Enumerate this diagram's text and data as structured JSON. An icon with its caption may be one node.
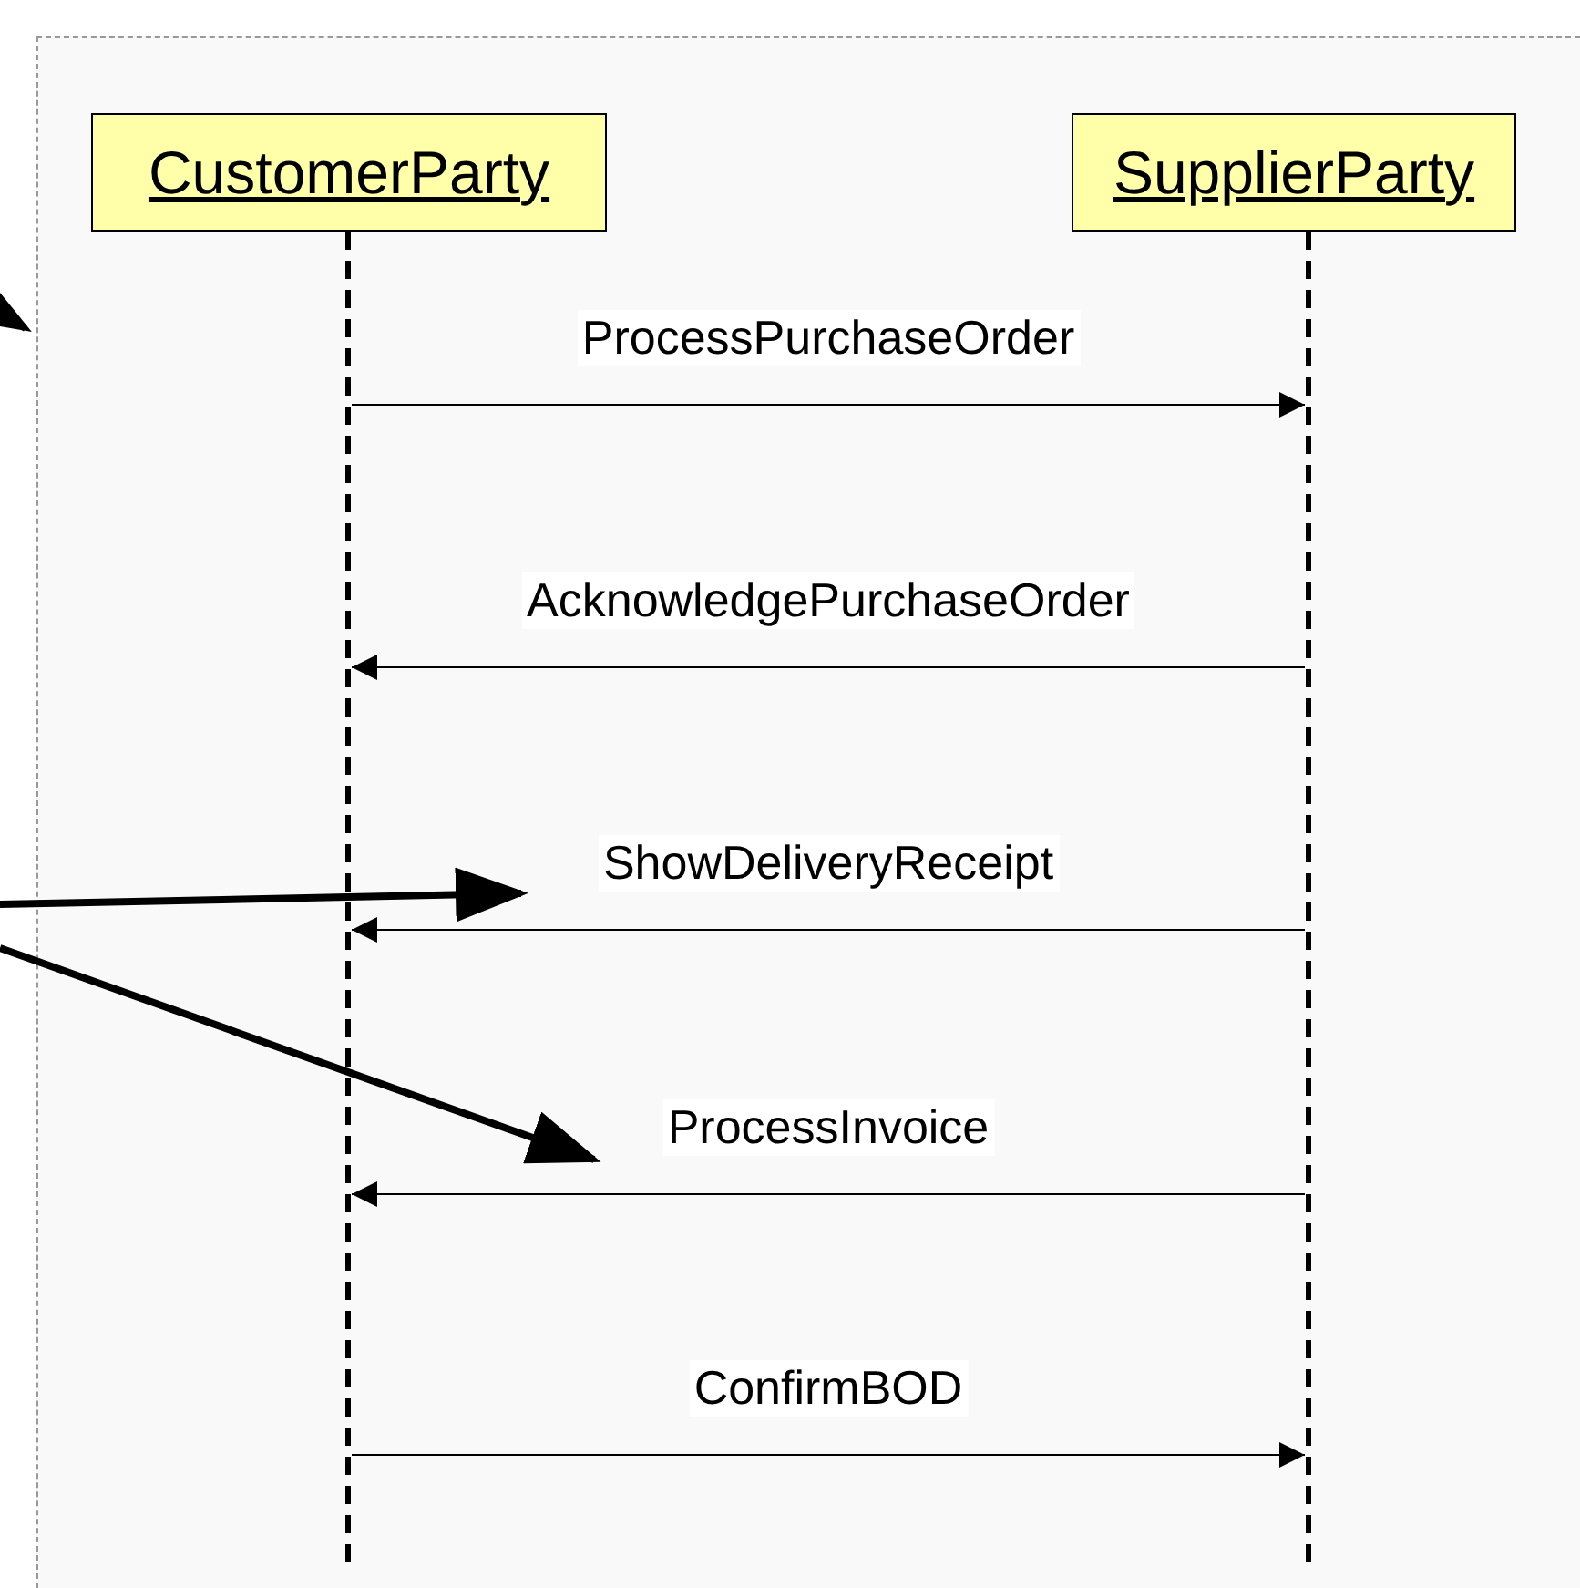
{
  "diagram": {
    "nodes": [
      {
        "text": [],
        "shape": "box"
      },
      {
        "text": [
          "CustomerParty"
        ],
        "in": 0
      },
      {
        "text": [
          "SupplierParty"
        ],
        "in": 0
      }
    ],
    "edges": [
      {
        "from": 1,
        "to": 2,
        "arrow": "to",
        "label": "ProcessPurchaseOrder"
      },
      {
        "from": 2,
        "to": 1,
        "arrow": "to",
        "label": "AcknowledgePurchaseOrder"
      },
      {
        "from": 2,
        "to": 1,
        "arrow": "to",
        "label": "ShowDeliveryReceipt"
      },
      {
        "from": 2,
        "to": 1,
        "arrow": "to",
        "label": "ProcessInvoice"
      },
      {
        "from": 1,
        "to": 2,
        "arrow": "to",
        "label": "ConfirmBOD"
      }
    ]
  }
}
